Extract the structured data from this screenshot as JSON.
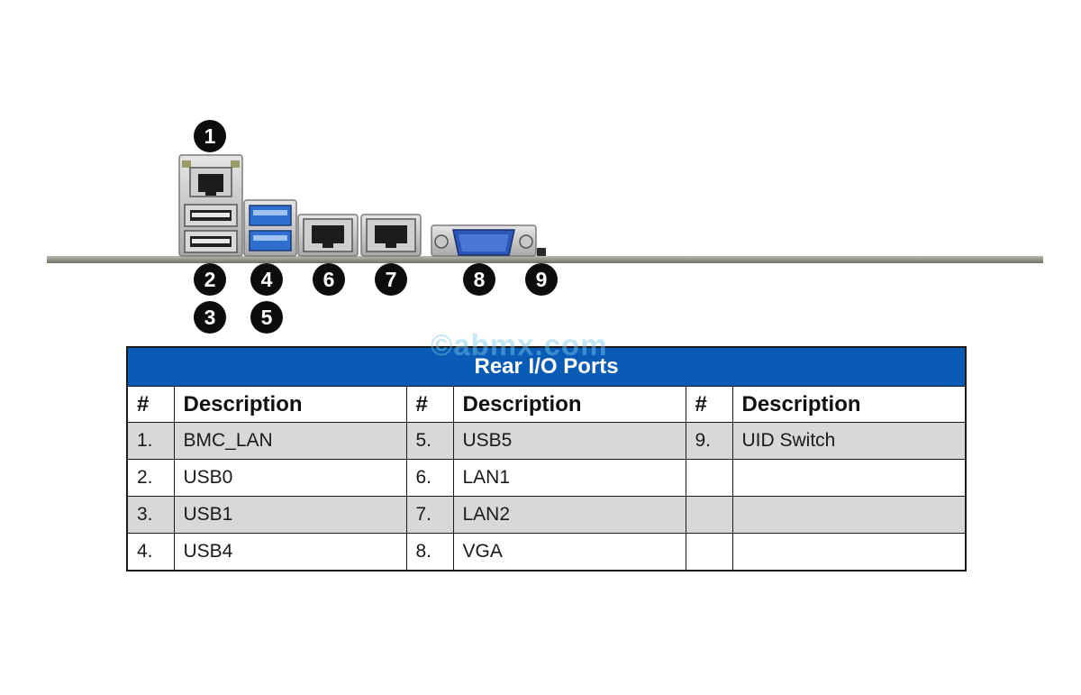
{
  "watermark": "©abmx.com",
  "diagram": {
    "callouts": [
      {
        "label": "1",
        "port": "BMC_LAN"
      },
      {
        "label": "2",
        "port": "USB0"
      },
      {
        "label": "3",
        "port": "USB1"
      },
      {
        "label": "4",
        "port": "USB4"
      },
      {
        "label": "5",
        "port": "USB5"
      },
      {
        "label": "6",
        "port": "LAN1"
      },
      {
        "label": "7",
        "port": "LAN2"
      },
      {
        "label": "8",
        "port": "VGA"
      },
      {
        "label": "9",
        "port": "UID Switch"
      }
    ],
    "colors": {
      "usb3_blue": "#2f6fd0",
      "vga_blue": "#2c56b8",
      "callout_fill": "#0d0d0d",
      "board_edge": "#8a8f80"
    }
  },
  "table": {
    "title": "Rear I/O Ports",
    "headers": [
      "#",
      "Description",
      "#",
      "Description",
      "#",
      "Description"
    ],
    "rows": [
      [
        "1.",
        "BMC_LAN",
        "5.",
        "USB5",
        "9.",
        "UID Switch"
      ],
      [
        "2.",
        "USB0",
        "6.",
        "LAN1",
        "",
        ""
      ],
      [
        "3.",
        "USB1",
        "7.",
        "LAN2",
        "",
        ""
      ],
      [
        "4.",
        "USB4",
        "8.",
        "VGA",
        "",
        ""
      ]
    ],
    "colors": {
      "header_bg": "#0a5bb5",
      "shade_bg": "#d8d8d8"
    }
  }
}
